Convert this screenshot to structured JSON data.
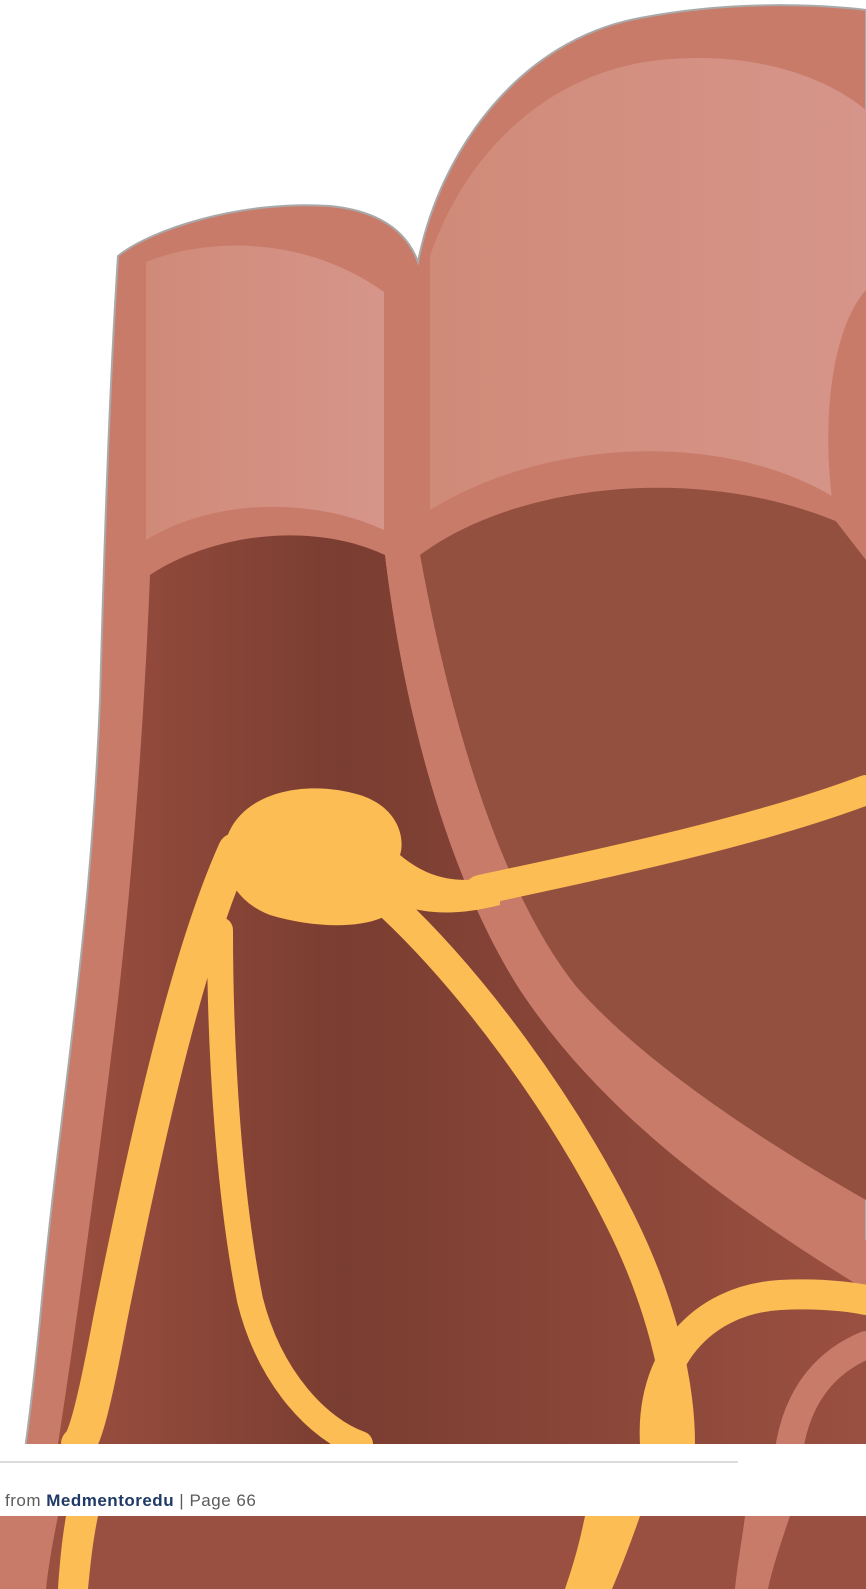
{
  "footer": {
    "prefix": "from ",
    "brand": "Medmentoredu",
    "suffix": " | Page 66"
  },
  "colors": {
    "outer_wall": "#c97b6a",
    "outer_wall_light": "#d39281",
    "chamber": "#9a5040",
    "chamber_dark": "#7a3b2e",
    "conduction": "#fcbd55",
    "outline": "#a9a9a9",
    "brand": "#1f3a66"
  },
  "icons": {
    "illustration": "heart-conduction-system-illustration"
  }
}
